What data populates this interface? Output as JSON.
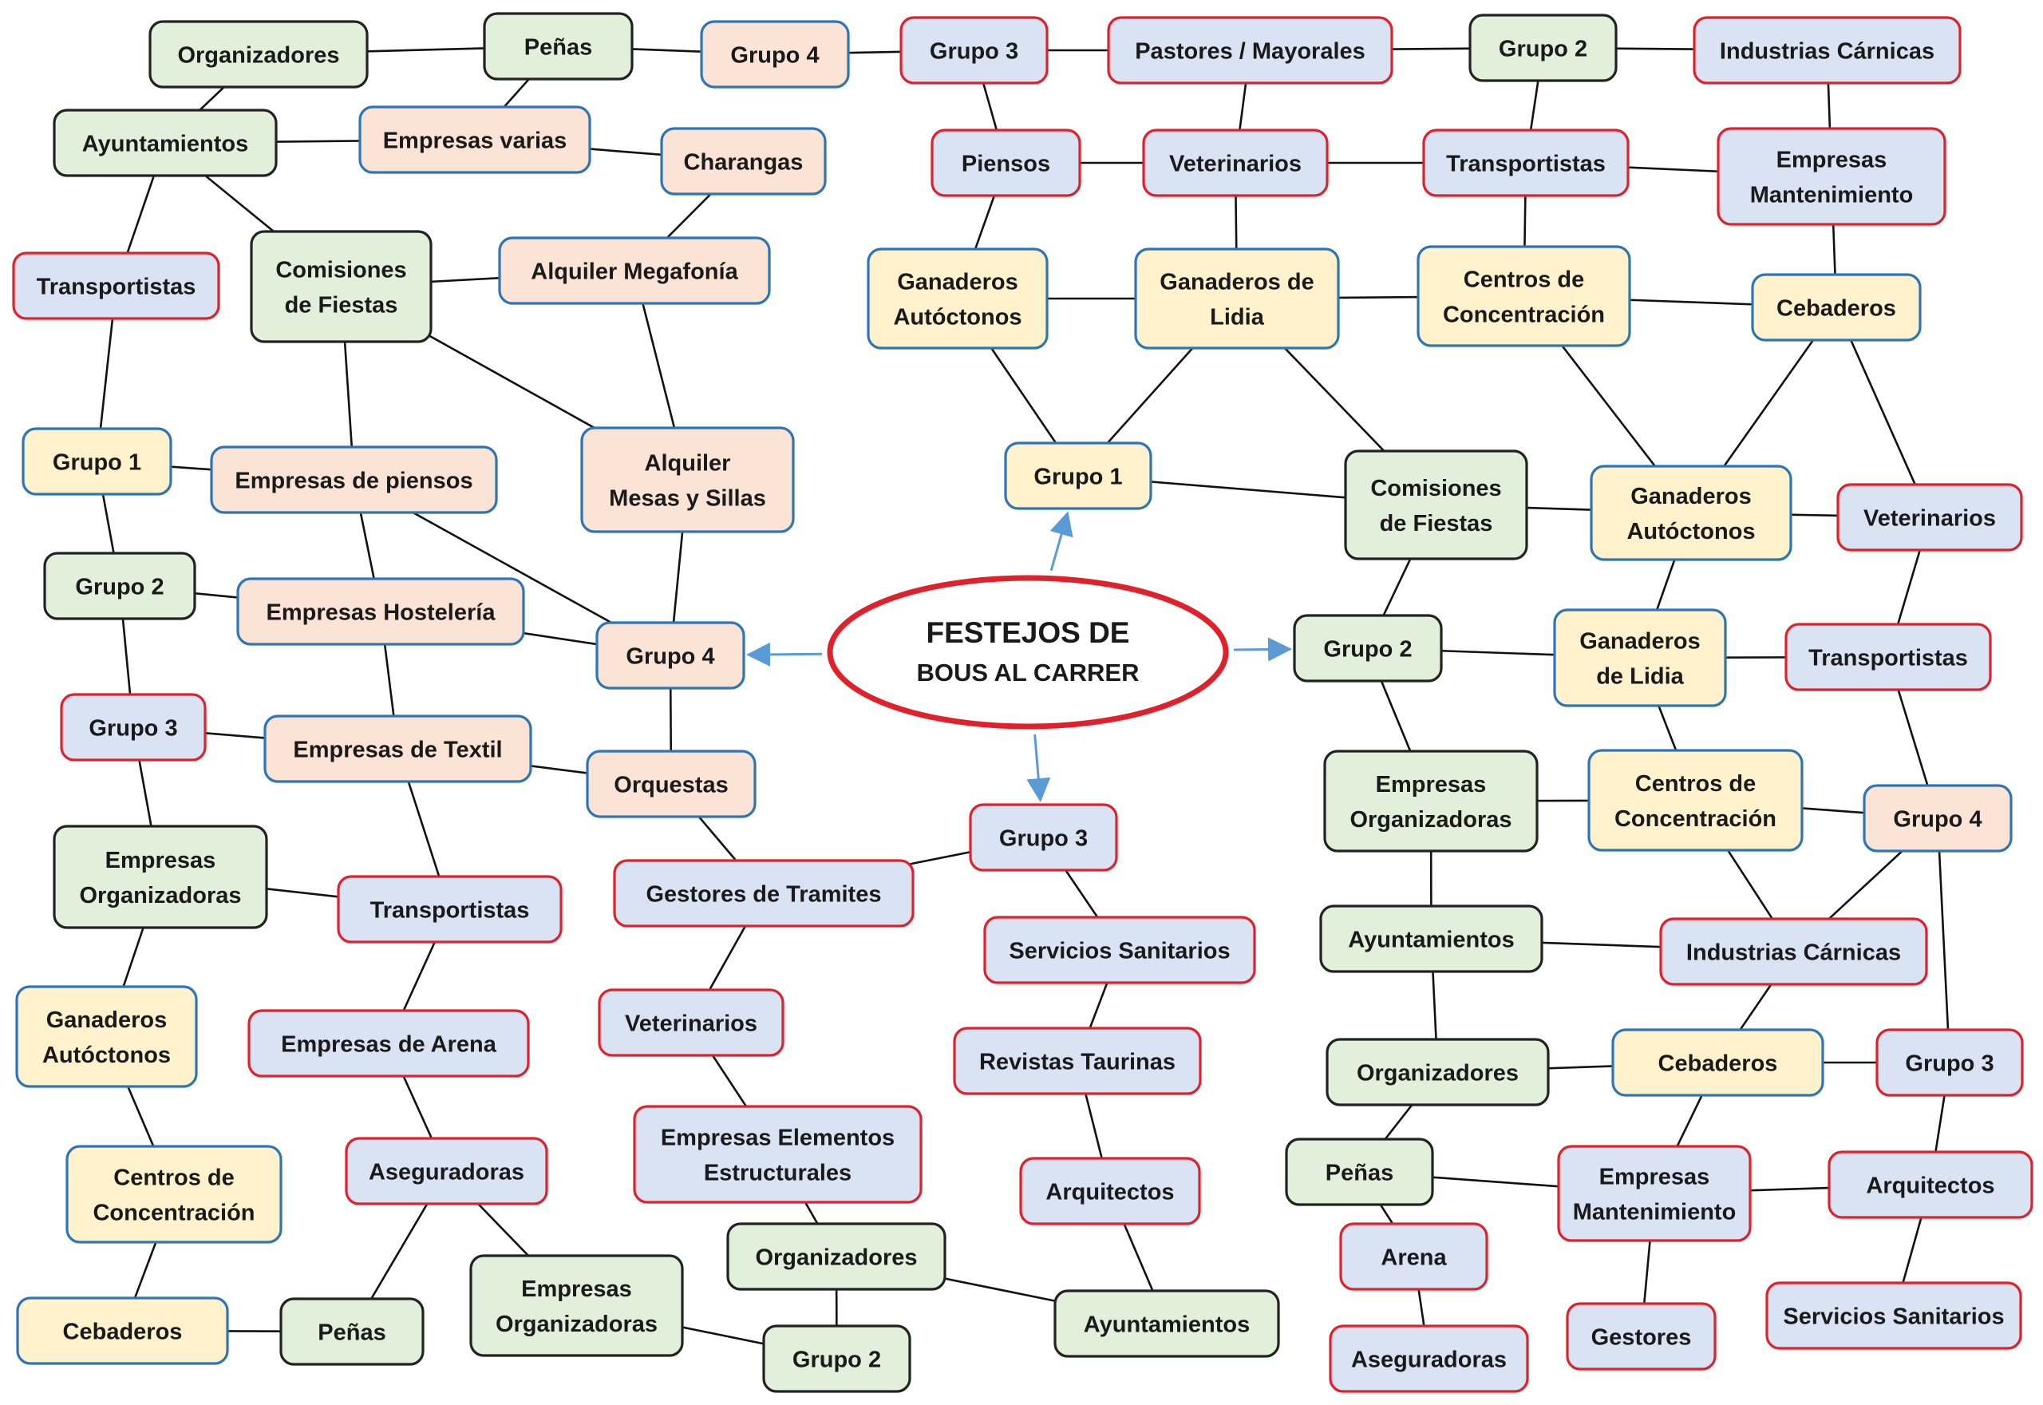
{
  "center": {
    "line1": "FESTEJOS DE",
    "line2": "BOUS AL CARRER"
  },
  "colors": {
    "green_fill": "#e2efda",
    "green_border": "#222222",
    "blue_fill": "#dae3f3",
    "red_border": "#e0202a",
    "peach_fill": "#fbe4d5",
    "peach_border": "#2e75b6",
    "yellow_fill": "#fff2cc",
    "yellow_border": "#2e75b6",
    "ellipse_border": "#e0202a",
    "arrow": "#5b9bd5"
  },
  "nodes": {
    "n1": {
      "lines": [
        "Organizadores"
      ],
      "style": "green"
    },
    "n2": {
      "lines": [
        "Peñas"
      ],
      "style": "green"
    },
    "n3": {
      "lines": [
        "Grupo 4"
      ],
      "style": "peach"
    },
    "n4": {
      "lines": [
        "Grupo 3"
      ],
      "style": "blue"
    },
    "n5": {
      "lines": [
        "Pastores / Mayorales"
      ],
      "style": "blue"
    },
    "n6": {
      "lines": [
        "Grupo 2"
      ],
      "style": "green"
    },
    "n7": {
      "lines": [
        "Industrias Cárnicas"
      ],
      "style": "blue"
    },
    "n8": {
      "lines": [
        "Ayuntamientos"
      ],
      "style": "green"
    },
    "n9": {
      "lines": [
        "Empresas varias"
      ],
      "style": "peach"
    },
    "n10": {
      "lines": [
        "Charangas"
      ],
      "style": "peach"
    },
    "n11": {
      "lines": [
        "Piensos"
      ],
      "style": "blue"
    },
    "n12": {
      "lines": [
        "Veterinarios"
      ],
      "style": "blue"
    },
    "n13": {
      "lines": [
        "Transportistas"
      ],
      "style": "blue"
    },
    "n14": {
      "lines": [
        "Empresas",
        "Mantenimiento"
      ],
      "style": "blue"
    },
    "n15": {
      "lines": [
        "Transportistas"
      ],
      "style": "blue"
    },
    "n16": {
      "lines": [
        "Comisiones",
        "de Fiestas"
      ],
      "style": "green"
    },
    "n17": {
      "lines": [
        "Alquiler Megafonía"
      ],
      "style": "peach"
    },
    "n18": {
      "lines": [
        "Ganaderos",
        "Autóctonos"
      ],
      "style": "yellow"
    },
    "n19": {
      "lines": [
        "Ganaderos de",
        "Lidia"
      ],
      "style": "yellow"
    },
    "n20": {
      "lines": [
        "Centros de",
        "Concentración"
      ],
      "style": "yellow"
    },
    "n21": {
      "lines": [
        "Cebaderos"
      ],
      "style": "yellow"
    },
    "n22": {
      "lines": [
        "Grupo 1"
      ],
      "style": "yellow"
    },
    "n23": {
      "lines": [
        "Empresas de piensos"
      ],
      "style": "peach"
    },
    "n24": {
      "lines": [
        "Alquiler",
        "Mesas y Sillas"
      ],
      "style": "peach"
    },
    "n25": {
      "lines": [
        "Grupo 1"
      ],
      "style": "yellow"
    },
    "n26": {
      "lines": [
        "Comisiones",
        "de Fiestas"
      ],
      "style": "green"
    },
    "n27": {
      "lines": [
        "Ganaderos",
        "Autóctonos"
      ],
      "style": "yellow"
    },
    "n28": {
      "lines": [
        "Veterinarios"
      ],
      "style": "blue"
    },
    "n29": {
      "lines": [
        "Grupo 2"
      ],
      "style": "green"
    },
    "n30": {
      "lines": [
        "Empresas Hostelería"
      ],
      "style": "peach"
    },
    "n31": {
      "lines": [
        "Grupo 4"
      ],
      "style": "peach"
    },
    "n32": {
      "lines": [
        "Grupo 2"
      ],
      "style": "green"
    },
    "n33": {
      "lines": [
        "Ganaderos",
        "de  Lidia"
      ],
      "style": "yellow"
    },
    "n34": {
      "lines": [
        "Transportistas"
      ],
      "style": "blue"
    },
    "n35": {
      "lines": [
        "Grupo 3"
      ],
      "style": "blue"
    },
    "n36": {
      "lines": [
        "Empresas de Textil"
      ],
      "style": "peach"
    },
    "n37": {
      "lines": [
        "Orquestas"
      ],
      "style": "peach"
    },
    "n38": {
      "lines": [
        "Grupo 3"
      ],
      "style": "blue"
    },
    "n39": {
      "lines": [
        "Empresas",
        "Organizadoras"
      ],
      "style": "green"
    },
    "n40": {
      "lines": [
        "Centros de",
        "Concentración"
      ],
      "style": "yellow"
    },
    "n41": {
      "lines": [
        "Grupo 4"
      ],
      "style": "peach"
    },
    "n42": {
      "lines": [
        "Empresas",
        "Organizadoras"
      ],
      "style": "green"
    },
    "n43": {
      "lines": [
        "Transportistas"
      ],
      "style": "blue"
    },
    "n44": {
      "lines": [
        "Gestores de Tramites"
      ],
      "style": "blue"
    },
    "n45": {
      "lines": [
        "Servicios Sanitarios"
      ],
      "style": "blue"
    },
    "n46": {
      "lines": [
        "Ayuntamientos"
      ],
      "style": "green"
    },
    "n47": {
      "lines": [
        "Industrias Cárnicas"
      ],
      "style": "blue"
    },
    "n48": {
      "lines": [
        "Ganaderos",
        "Autóctonos"
      ],
      "style": "yellow"
    },
    "n49": {
      "lines": [
        "Empresas de Arena"
      ],
      "style": "blue"
    },
    "n50": {
      "lines": [
        "Veterinarios"
      ],
      "style": "blue"
    },
    "n51": {
      "lines": [
        "Revistas Taurinas"
      ],
      "style": "blue"
    },
    "n52": {
      "lines": [
        "Organizadores"
      ],
      "style": "green"
    },
    "n53": {
      "lines": [
        "Cebaderos"
      ],
      "style": "yellow"
    },
    "n54": {
      "lines": [
        "Grupo 3"
      ],
      "style": "blue"
    },
    "n55": {
      "lines": [
        "Centros de",
        "Concentración"
      ],
      "style": "yellow"
    },
    "n56": {
      "lines": [
        "Aseguradoras"
      ],
      "style": "blue"
    },
    "n57": {
      "lines": [
        "Empresas Elementos",
        "Estructurales"
      ],
      "style": "blue"
    },
    "n58": {
      "lines": [
        "Arquitectos"
      ],
      "style": "blue"
    },
    "n59": {
      "lines": [
        "Peñas"
      ],
      "style": "green"
    },
    "n60": {
      "lines": [
        "Empresas",
        "Mantenimiento"
      ],
      "style": "blue"
    },
    "n61": {
      "lines": [
        "Arquitectos"
      ],
      "style": "blue"
    },
    "n62": {
      "lines": [
        "Organizadores"
      ],
      "style": "green"
    },
    "n63": {
      "lines": [
        "Arena"
      ],
      "style": "blue"
    },
    "n64": {
      "lines": [
        "Empresas",
        "Organizadoras"
      ],
      "style": "green"
    },
    "n65": {
      "lines": [
        "Cebaderos"
      ],
      "style": "yellow"
    },
    "n66": {
      "lines": [
        "Peñas"
      ],
      "style": "green"
    },
    "n67": {
      "lines": [
        "Ayuntamientos"
      ],
      "style": "green"
    },
    "n68": {
      "lines": [
        "Servicios Sanitarios"
      ],
      "style": "blue"
    },
    "n69": {
      "lines": [
        "Grupo 2"
      ],
      "style": "green"
    },
    "n70": {
      "lines": [
        "Gestores"
      ],
      "style": "blue"
    },
    "n71": {
      "lines": [
        "Aseguradoras"
      ],
      "style": "blue"
    }
  },
  "edges": [
    [
      "n1",
      "n2"
    ],
    [
      "n1",
      "n8"
    ],
    [
      "n2",
      "n3"
    ],
    [
      "n2",
      "n9"
    ],
    [
      "n3",
      "n4"
    ],
    [
      "n4",
      "n5"
    ],
    [
      "n4",
      "n11"
    ],
    [
      "n5",
      "n6"
    ],
    [
      "n5",
      "n12"
    ],
    [
      "n6",
      "n7"
    ],
    [
      "n6",
      "n13"
    ],
    [
      "n7",
      "n14"
    ],
    [
      "n8",
      "n9"
    ],
    [
      "n8",
      "n15"
    ],
    [
      "n8",
      "n16"
    ],
    [
      "n9",
      "n10"
    ],
    [
      "n10",
      "n17"
    ],
    [
      "n11",
      "n12"
    ],
    [
      "n11",
      "n18"
    ],
    [
      "n12",
      "n13"
    ],
    [
      "n12",
      "n19"
    ],
    [
      "n13",
      "n14"
    ],
    [
      "n13",
      "n20"
    ],
    [
      "n14",
      "n21"
    ],
    [
      "n15",
      "n22"
    ],
    [
      "n16",
      "n17"
    ],
    [
      "n16",
      "n23"
    ],
    [
      "n16",
      "n24"
    ],
    [
      "n17",
      "n24"
    ],
    [
      "n18",
      "n19"
    ],
    [
      "n18",
      "n25"
    ],
    [
      "n19",
      "n20"
    ],
    [
      "n19",
      "n25"
    ],
    [
      "n19",
      "n26"
    ],
    [
      "n20",
      "n21"
    ],
    [
      "n20",
      "n27"
    ],
    [
      "n21",
      "n27"
    ],
    [
      "n21",
      "n28"
    ],
    [
      "n22",
      "n23"
    ],
    [
      "n22",
      "n29"
    ],
    [
      "n23",
      "n30"
    ],
    [
      "n23",
      "n31"
    ],
    [
      "n24",
      "n31"
    ],
    [
      "n25",
      "n26"
    ],
    [
      "n26",
      "n27"
    ],
    [
      "n26",
      "n32"
    ],
    [
      "n27",
      "n28"
    ],
    [
      "n27",
      "n33"
    ],
    [
      "n28",
      "n34"
    ],
    [
      "n29",
      "n30"
    ],
    [
      "n29",
      "n35"
    ],
    [
      "n30",
      "n31"
    ],
    [
      "n30",
      "n36"
    ],
    [
      "n31",
      "n37"
    ],
    [
      "n32",
      "n33"
    ],
    [
      "n32",
      "n42"
    ],
    [
      "n33",
      "n34"
    ],
    [
      "n33",
      "n40"
    ],
    [
      "n34",
      "n41"
    ],
    [
      "n35",
      "n36"
    ],
    [
      "n35",
      "n39"
    ],
    [
      "n36",
      "n37"
    ],
    [
      "n36",
      "n43"
    ],
    [
      "n37",
      "n44"
    ],
    [
      "n38",
      "n44"
    ],
    [
      "n38",
      "n45"
    ],
    [
      "n39",
      "n43"
    ],
    [
      "n39",
      "n48"
    ],
    [
      "n40",
      "n42"
    ],
    [
      "n40",
      "n41"
    ],
    [
      "n40",
      "n47"
    ],
    [
      "n41",
      "n47"
    ],
    [
      "n41",
      "n54"
    ],
    [
      "n42",
      "n46"
    ],
    [
      "n43",
      "n49"
    ],
    [
      "n44",
      "n50"
    ],
    [
      "n45",
      "n51"
    ],
    [
      "n46",
      "n47"
    ],
    [
      "n46",
      "n52"
    ],
    [
      "n47",
      "n53"
    ],
    [
      "n48",
      "n55"
    ],
    [
      "n49",
      "n56"
    ],
    [
      "n50",
      "n57"
    ],
    [
      "n51",
      "n58"
    ],
    [
      "n52",
      "n53"
    ],
    [
      "n52",
      "n59"
    ],
    [
      "n53",
      "n54"
    ],
    [
      "n53",
      "n60"
    ],
    [
      "n54",
      "n61"
    ],
    [
      "n55",
      "n65"
    ],
    [
      "n56",
      "n66"
    ],
    [
      "n56",
      "n64"
    ],
    [
      "n57",
      "n62"
    ],
    [
      "n58",
      "n67"
    ],
    [
      "n59",
      "n60"
    ],
    [
      "n59",
      "n63"
    ],
    [
      "n60",
      "n61"
    ],
    [
      "n60",
      "n70"
    ],
    [
      "n61",
      "n68"
    ],
    [
      "n62",
      "n67"
    ],
    [
      "n62",
      "n69"
    ],
    [
      "n63",
      "n71"
    ],
    [
      "n64",
      "n69"
    ],
    [
      "n65",
      "n66"
    ]
  ],
  "arrows": [
    "n25",
    "n31",
    "n32",
    "n38"
  ]
}
